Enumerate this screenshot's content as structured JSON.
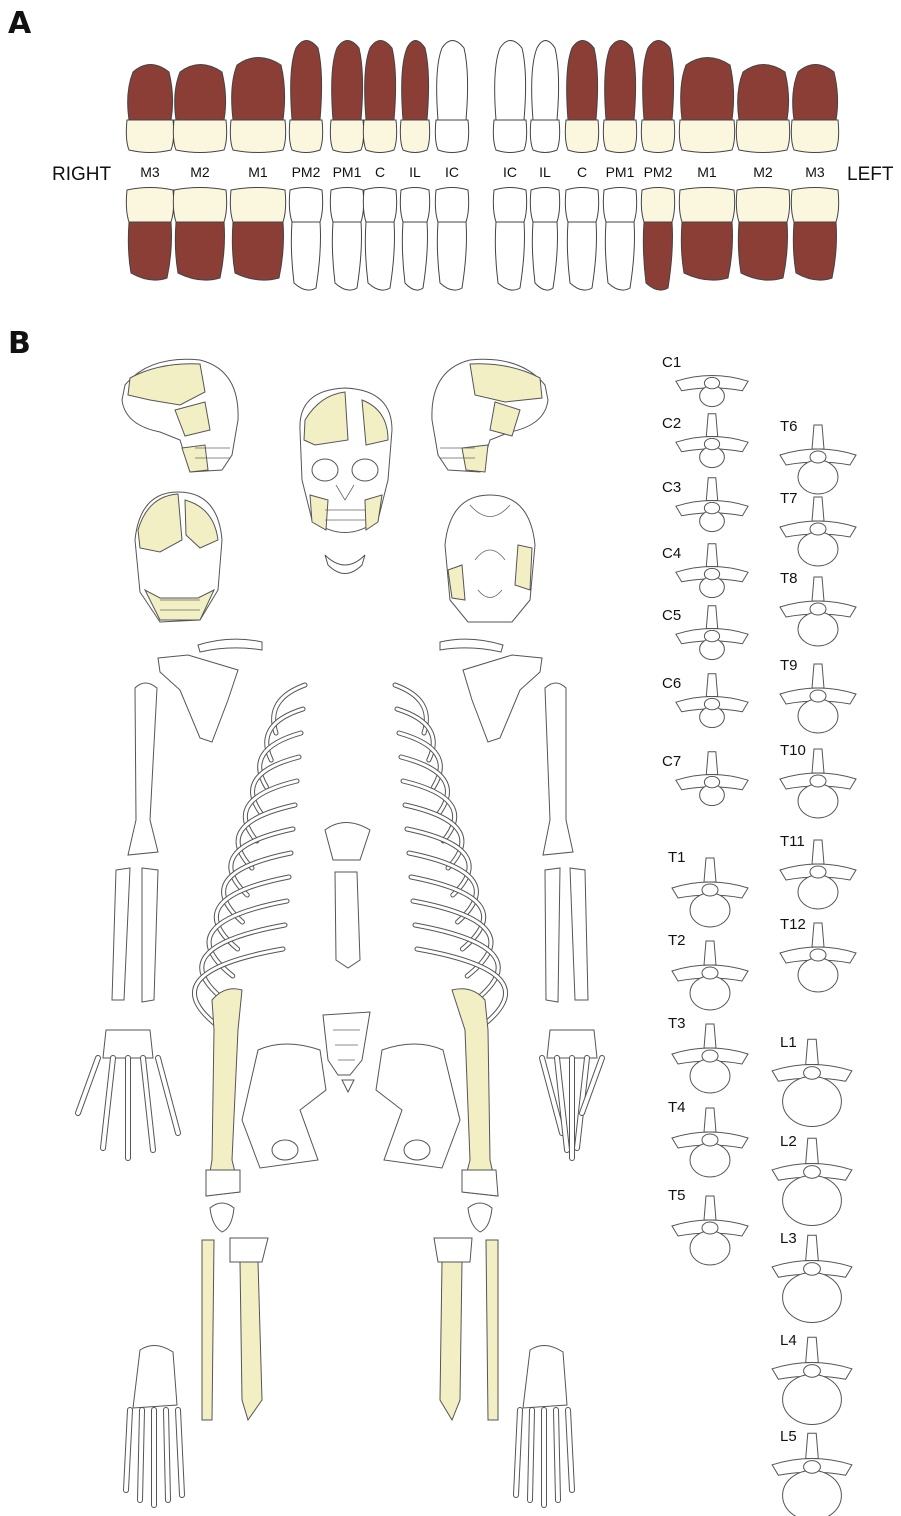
{
  "panels": {
    "a": "A",
    "b": "B"
  },
  "sides": {
    "right": "RIGHT",
    "left": "LEFT"
  },
  "colors": {
    "root_present": "#8b3e36",
    "crown": "#fbf7df",
    "bone_present": "#f3efc4",
    "outline": "#555555"
  },
  "teeth": {
    "right_labels": [
      "M3",
      "M2",
      "M1",
      "PM2",
      "PM1",
      "C",
      "IL",
      "IC"
    ],
    "left_labels": [
      "IC",
      "IL",
      "C",
      "PM1",
      "PM2",
      "M1",
      "M2",
      "M3"
    ],
    "upper_right_present": [
      true,
      true,
      true,
      true,
      true,
      true,
      true,
      false
    ],
    "upper_left_present": [
      false,
      false,
      true,
      true,
      true,
      true,
      true,
      true
    ],
    "lower_right_present": [
      true,
      true,
      true,
      false,
      false,
      false,
      false,
      false
    ],
    "lower_left_present": [
      false,
      false,
      false,
      false,
      true,
      true,
      true,
      true
    ]
  },
  "vertebrae": {
    "cervical": [
      "C1",
      "C2",
      "C3",
      "C4",
      "C5",
      "C6",
      "C7"
    ],
    "thoracic": [
      "T1",
      "T2",
      "T3",
      "T4",
      "T5",
      "T6",
      "T7",
      "T8",
      "T9",
      "T10",
      "T11",
      "T12"
    ],
    "lumbar": [
      "L1",
      "L2",
      "L3",
      "L4",
      "L5"
    ]
  }
}
